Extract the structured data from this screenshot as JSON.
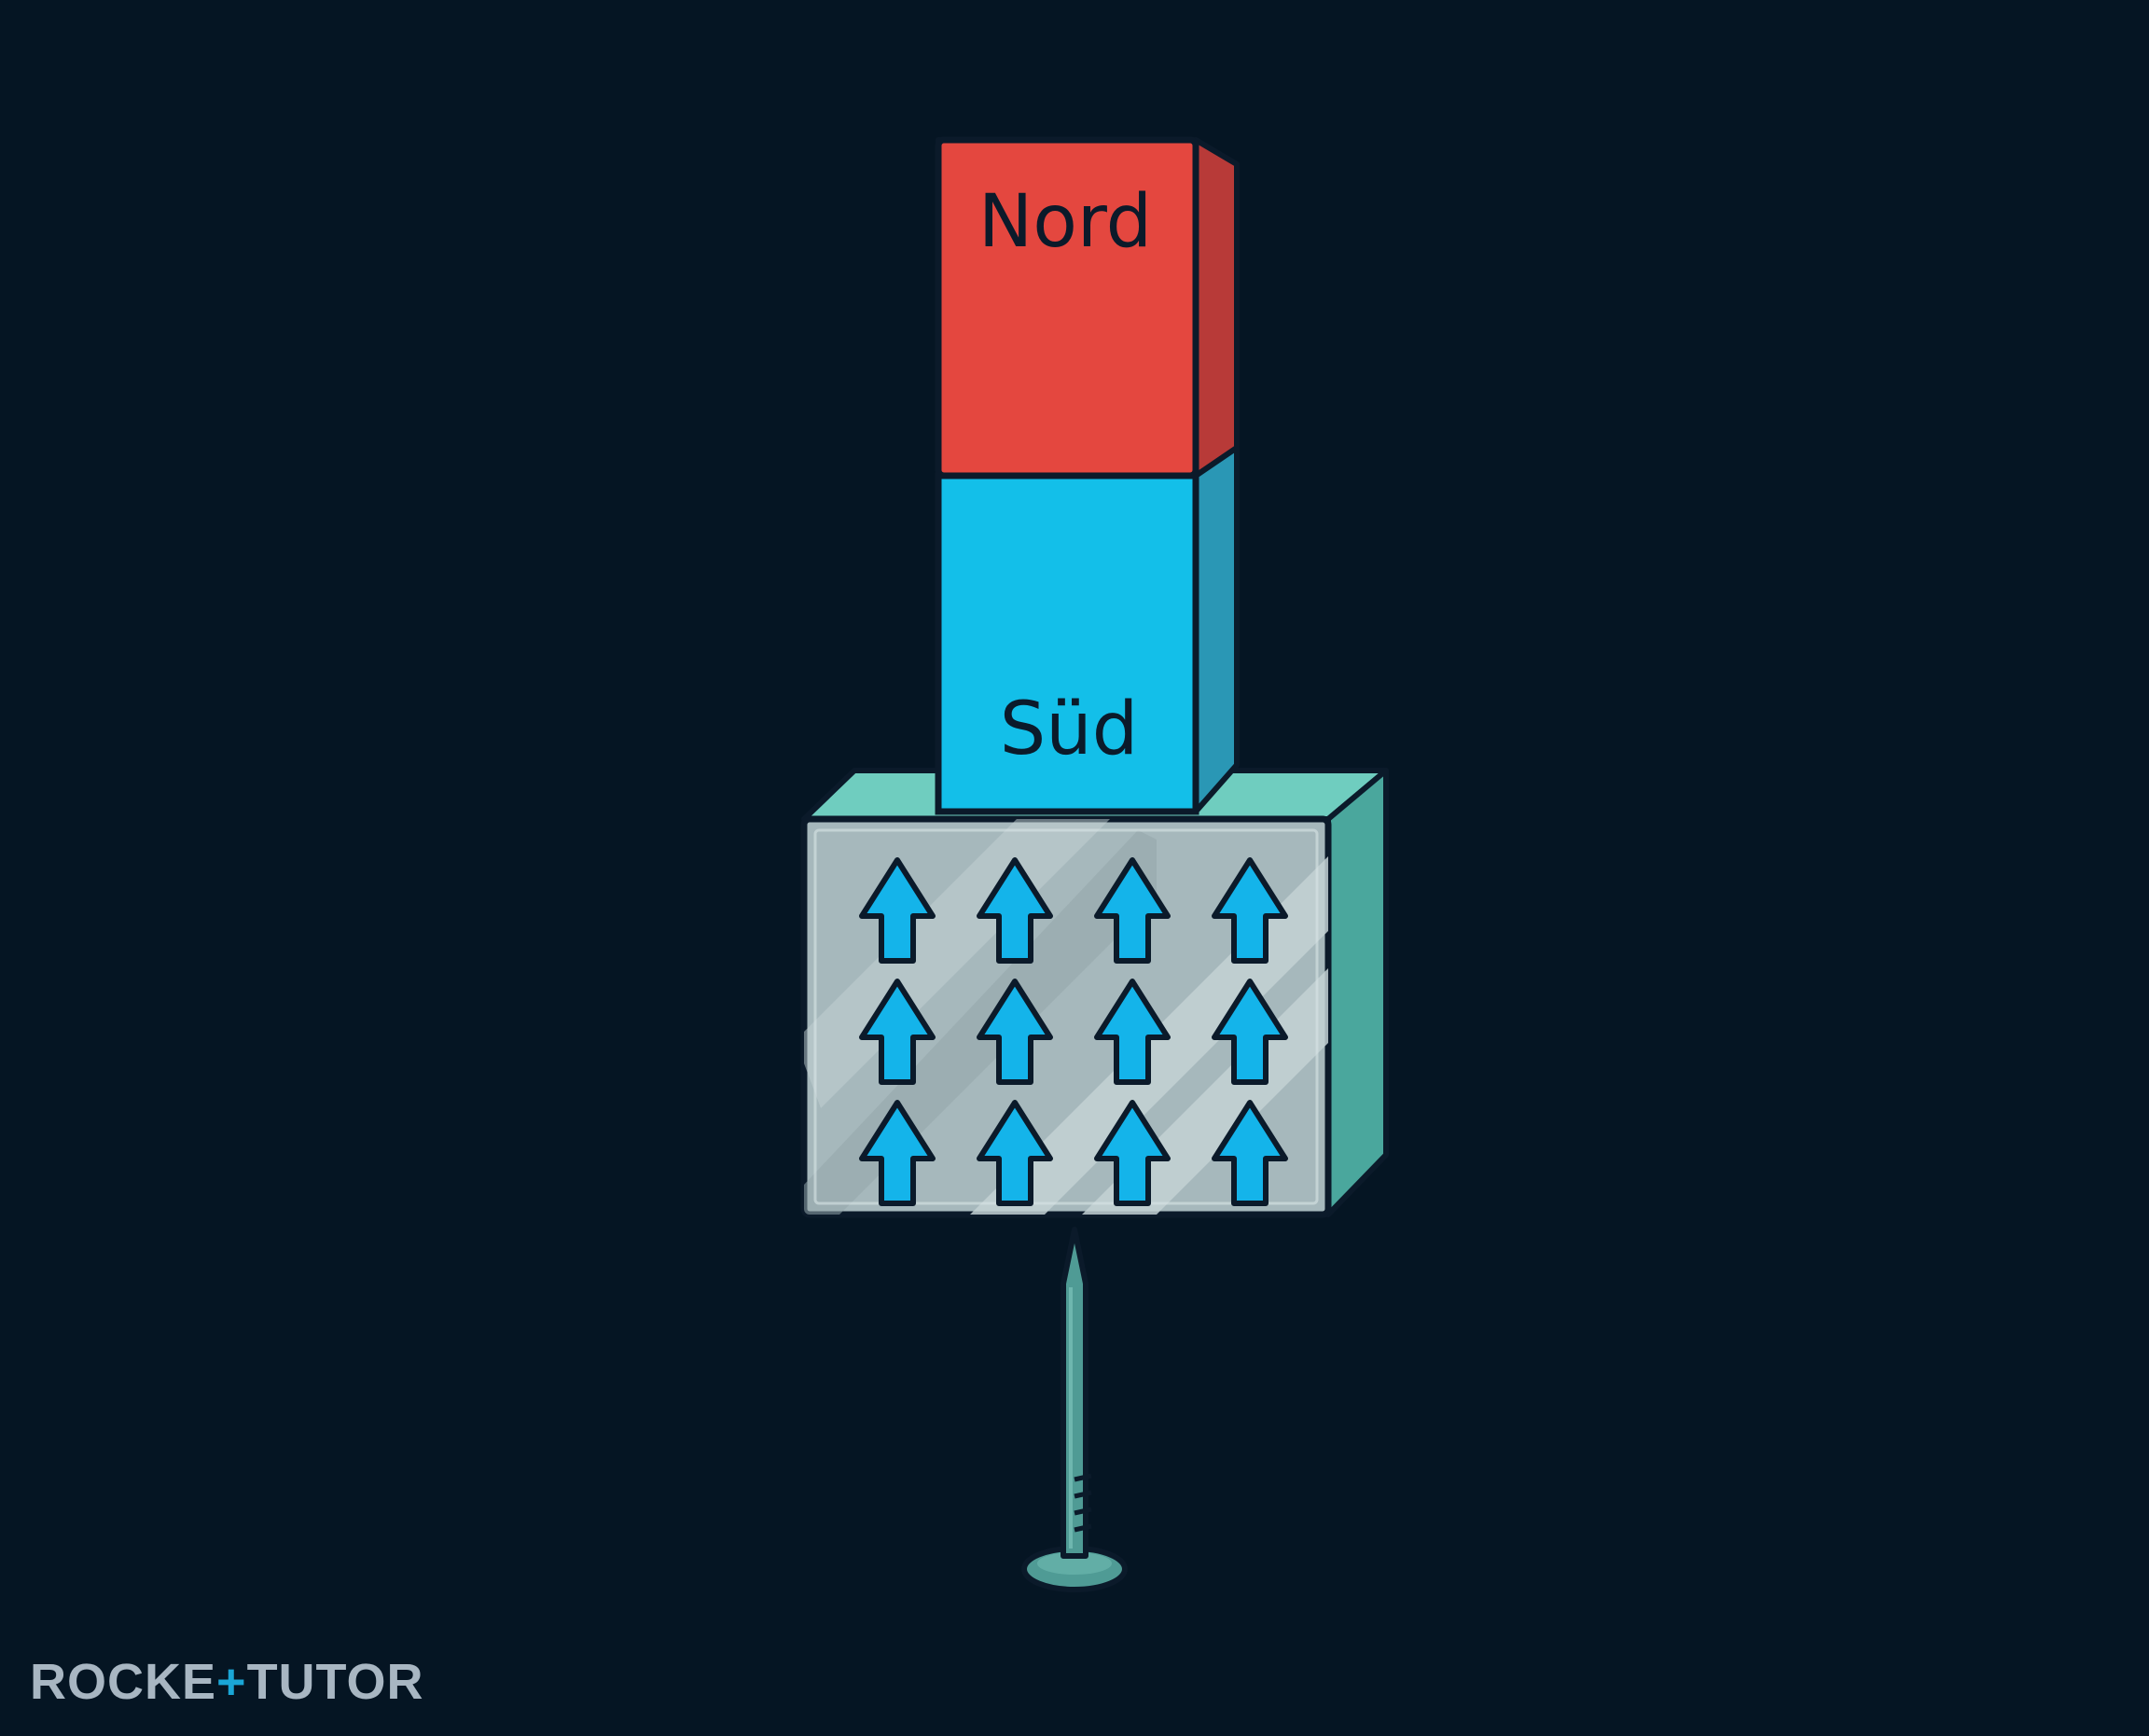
{
  "magnet": {
    "north_label": "Nord",
    "south_label": "Süd",
    "north_color": "#e4473f",
    "south_color": "#13bfe9"
  },
  "iron_block": {
    "domain_rows": 3,
    "domain_cols": 4,
    "arrow_color": "#14b4ea",
    "arrow_direction": "up"
  },
  "logo": {
    "part1": "ROCKE",
    "plus": "+",
    "part2": "TUTOR"
  },
  "colors": {
    "background": "#051523",
    "outline": "#0b1a2a",
    "block_face": "#a6b8bc",
    "block_side": "#4aa79d",
    "nail": "#4f9b95"
  }
}
